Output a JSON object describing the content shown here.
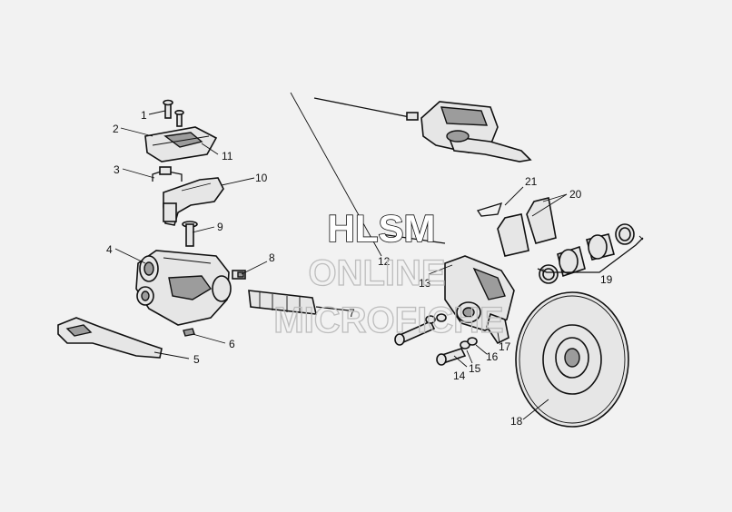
{
  "callouts": [
    {
      "id": "1",
      "label": "1"
    },
    {
      "id": "2",
      "label": "2"
    },
    {
      "id": "3",
      "label": "3"
    },
    {
      "id": "4",
      "label": "4"
    },
    {
      "id": "5",
      "label": "5"
    },
    {
      "id": "6",
      "label": "6"
    },
    {
      "id": "7",
      "label": "7"
    },
    {
      "id": "8",
      "label": "8"
    },
    {
      "id": "9",
      "label": "9"
    },
    {
      "id": "10",
      "label": "10"
    },
    {
      "id": "11",
      "label": "11"
    },
    {
      "id": "12",
      "label": "12"
    },
    {
      "id": "13",
      "label": "13"
    },
    {
      "id": "14",
      "label": "14"
    },
    {
      "id": "15",
      "label": "15"
    },
    {
      "id": "16",
      "label": "16"
    },
    {
      "id": "17",
      "label": "17"
    },
    {
      "id": "18",
      "label": "18"
    },
    {
      "id": "19",
      "label": "19"
    },
    {
      "id": "20",
      "label": "20"
    },
    {
      "id": "21",
      "label": "21"
    }
  ],
  "watermark": {
    "line1": "HLSM",
    "line2": "ONLINE",
    "line3": "MICROFICHE"
  }
}
